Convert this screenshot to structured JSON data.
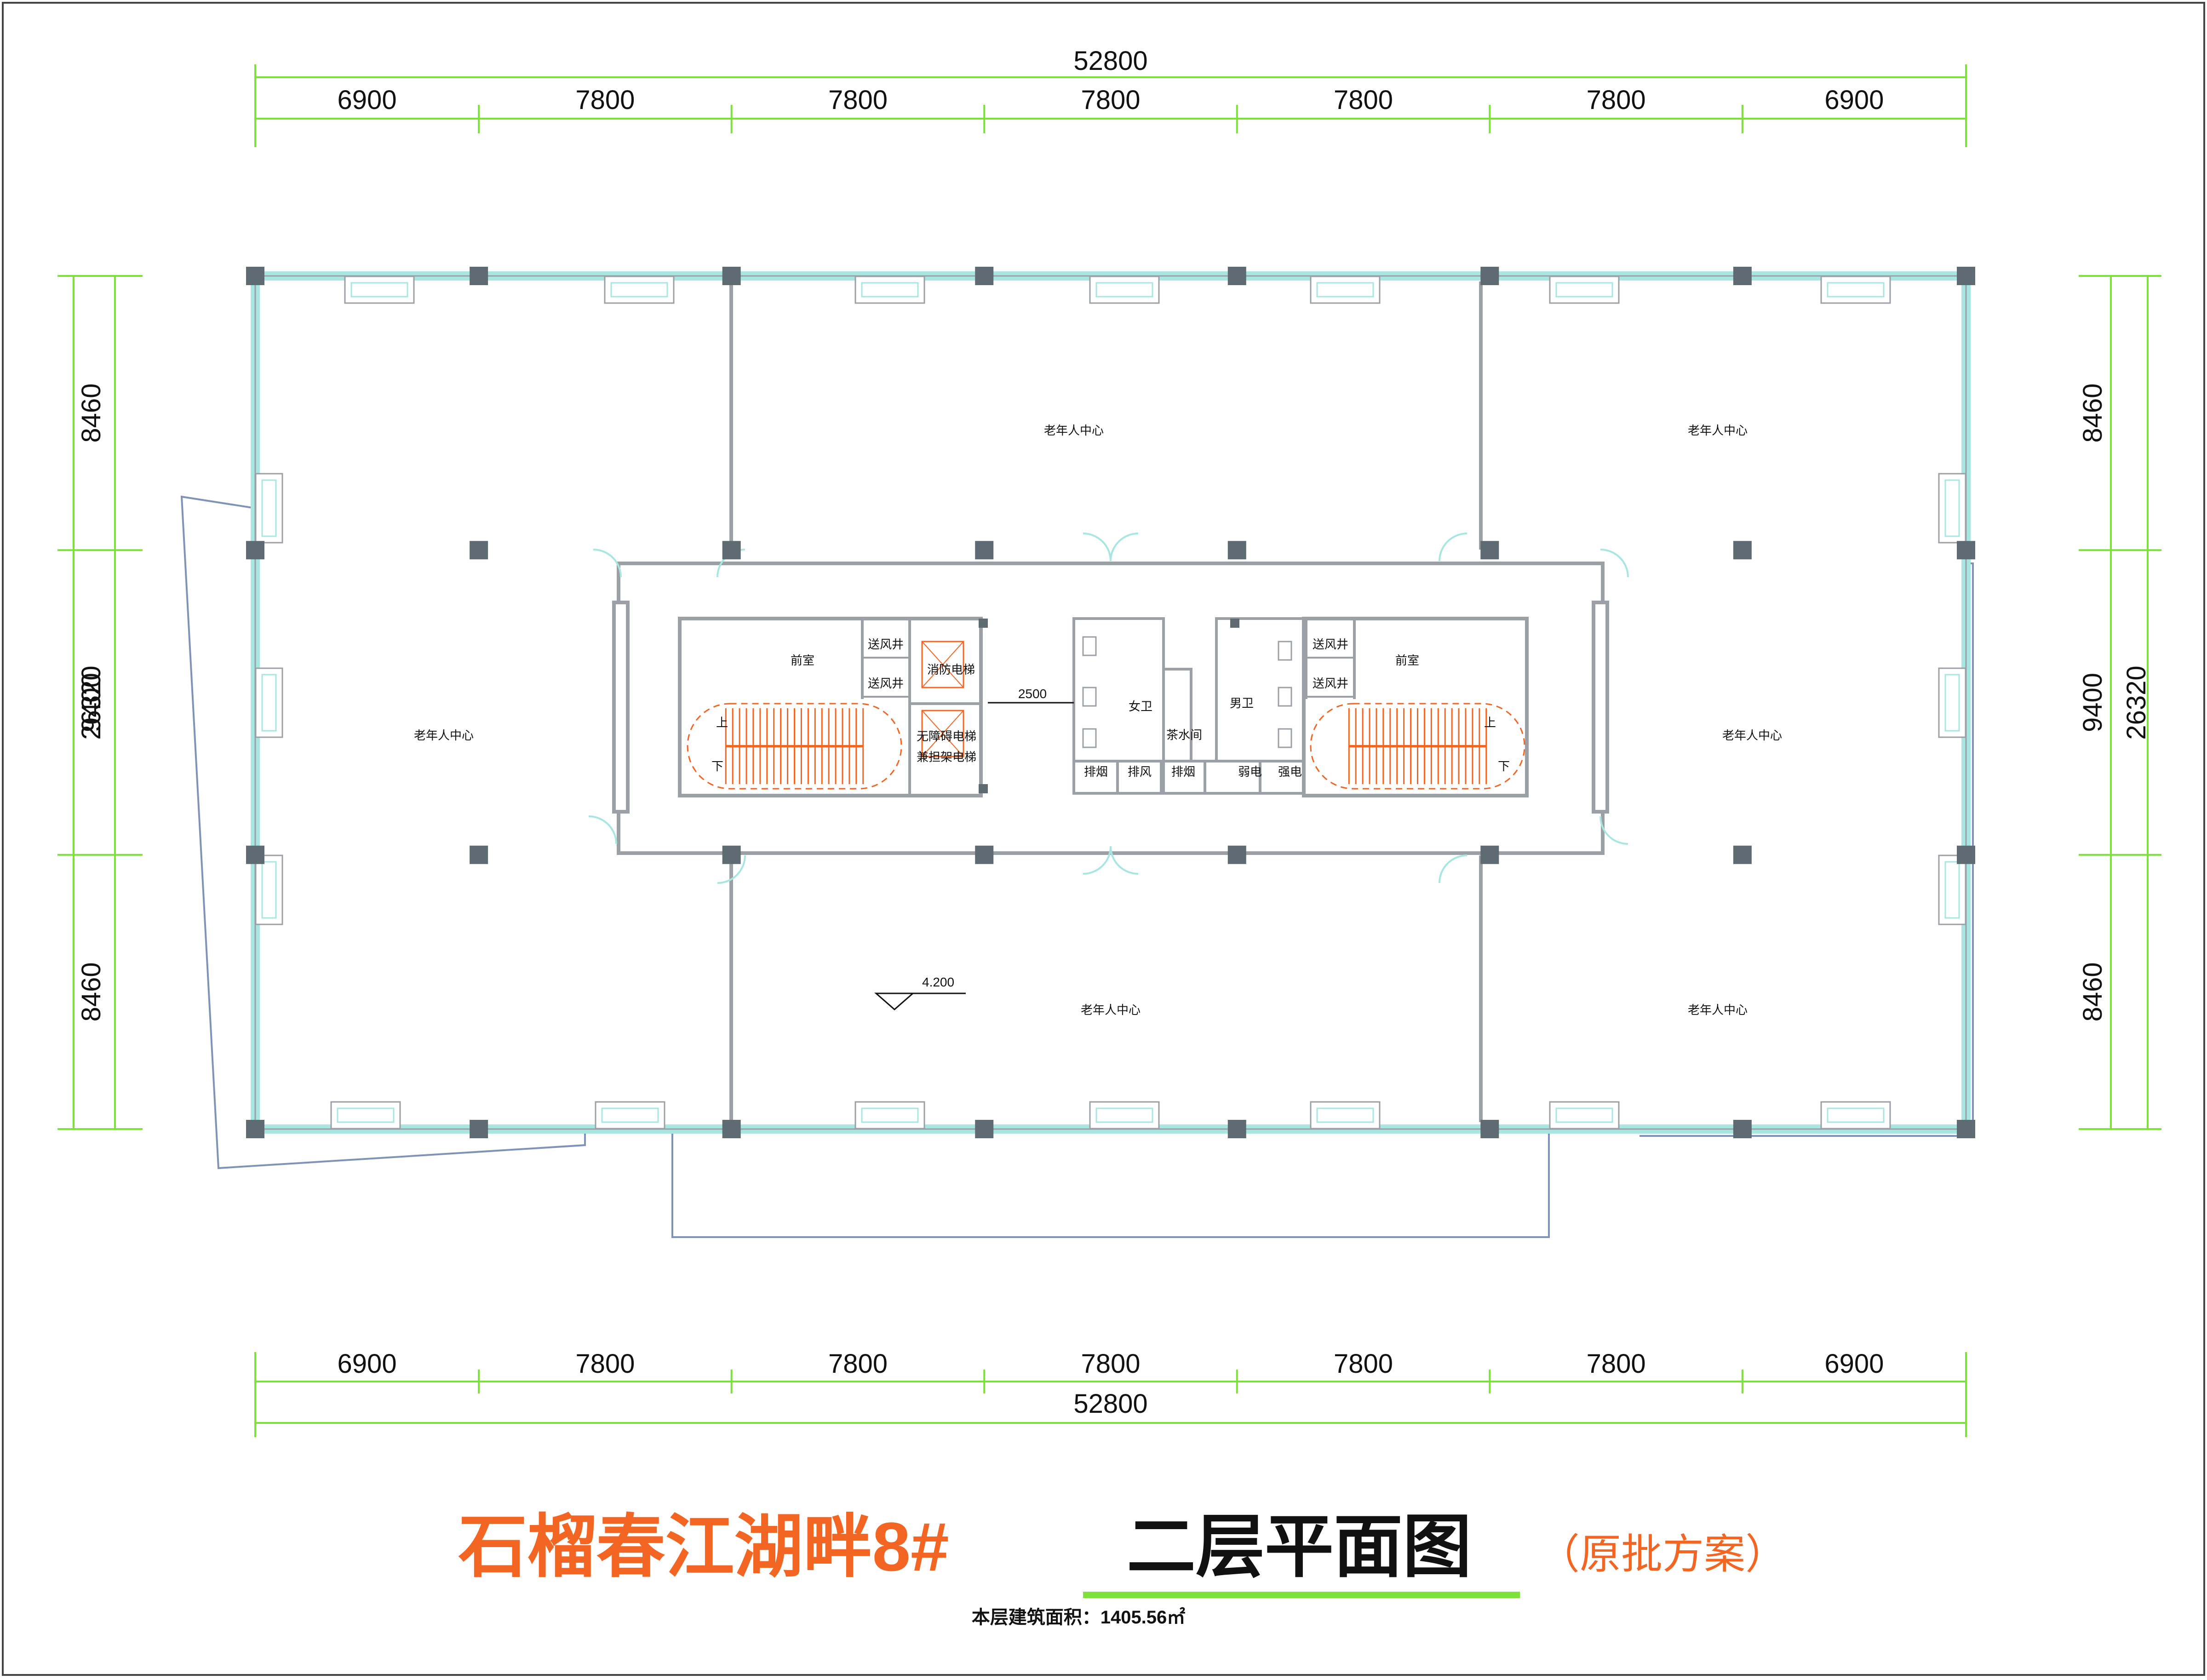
{
  "title": {
    "main": "石榴春江湖畔8#",
    "sub": "二层平面图",
    "note": "（原批方案）",
    "area": "本层建筑面积：1405.56㎡"
  },
  "dimensions": {
    "total_width": "52800",
    "total_depth": "26320",
    "bays": [
      "6900",
      "7800",
      "7800",
      "7800",
      "7800",
      "7800",
      "6900"
    ],
    "depths": [
      "8460",
      "9400",
      "8460"
    ]
  },
  "rooms": {
    "elder_center": "老年人中心",
    "anteroom": "前室",
    "air_shaft": "送风井",
    "fire_elevator": "消防电梯",
    "accessible_elevator_1": "无障碍电梯",
    "accessible_elevator_2": "兼担架电梯",
    "womens_wc": "女卫",
    "mens_wc": "男卫",
    "tea_room": "茶水间",
    "smoke_exhaust": "排烟",
    "air_exhaust": "排风",
    "weak_current": "弱电",
    "strong_current": "强电",
    "up": "上",
    "down": "下"
  },
  "annotations": {
    "corridor_width": "2500",
    "elevation": "4.200"
  },
  "colors": {
    "dimension_line": "#7ee03a",
    "title_orange": "#f26522",
    "wall": "#9aa0a6",
    "glazing": "#a8e6e1",
    "column": "#5f6b73",
    "stair": "#f26522",
    "outline": "#7f93b8",
    "underline": "#7ee03a"
  }
}
